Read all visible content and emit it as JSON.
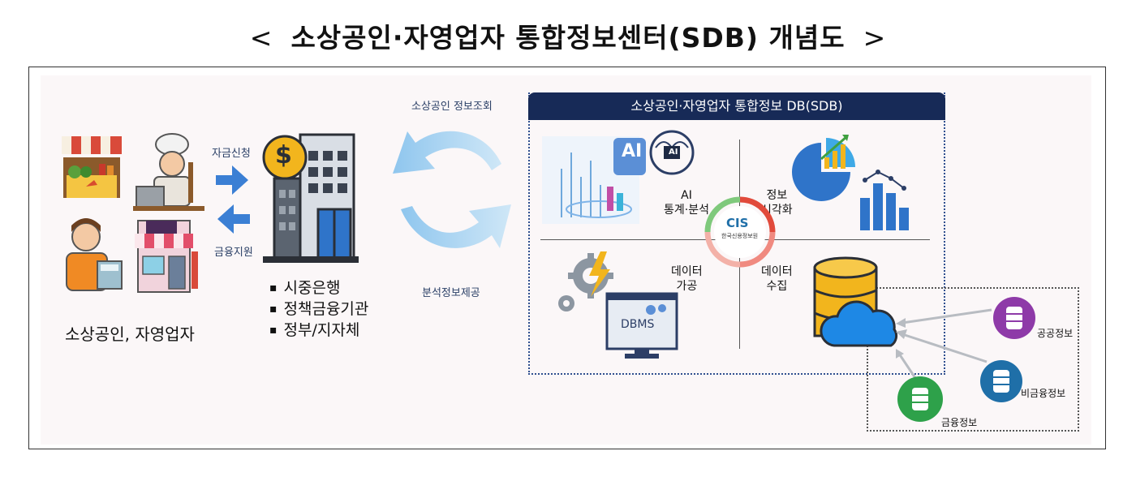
{
  "title": {
    "open": "<",
    "text": "소상공인·자영업자 통합정보센터(SDB) 개념도",
    "close": ">"
  },
  "left": {
    "caption": "소상공인, 자영업자",
    "request_label": "자금신청",
    "support_label": "금융지원"
  },
  "bank": {
    "bullets": [
      "시중은행",
      "정책금융기관",
      "정부/지자체"
    ],
    "sign": "$"
  },
  "flows": {
    "top_label": "소상공인 정보조회",
    "bottom_label": "분석정보제공"
  },
  "sdb": {
    "title": "소상공인·자영업자 통합정보 DB(SDB)",
    "ai_badge": "AI",
    "ai_chip": "AI",
    "q1": [
      "AI",
      "통계·분석"
    ],
    "q2": [
      "정보",
      "시각화"
    ],
    "q3": [
      "데이터",
      "가공"
    ],
    "q4": [
      "데이터",
      "수집"
    ],
    "dbms": "DBMS",
    "center_logo": "CIS",
    "center_sub": "한국신용정보원"
  },
  "sources": [
    "공공정보",
    "비금융정보",
    "금융정보"
  ],
  "colors": {
    "navy": "#172a57",
    "arrow_blue": "#3b7fd4",
    "bank_dark": "#4a5563",
    "db_gold": "#f2b51d",
    "cloud_blue": "#1e88e5",
    "public_purple": "#8e3aa8",
    "nonfin_blue": "#1f6fa8",
    "fin_green": "#2ea14a"
  }
}
